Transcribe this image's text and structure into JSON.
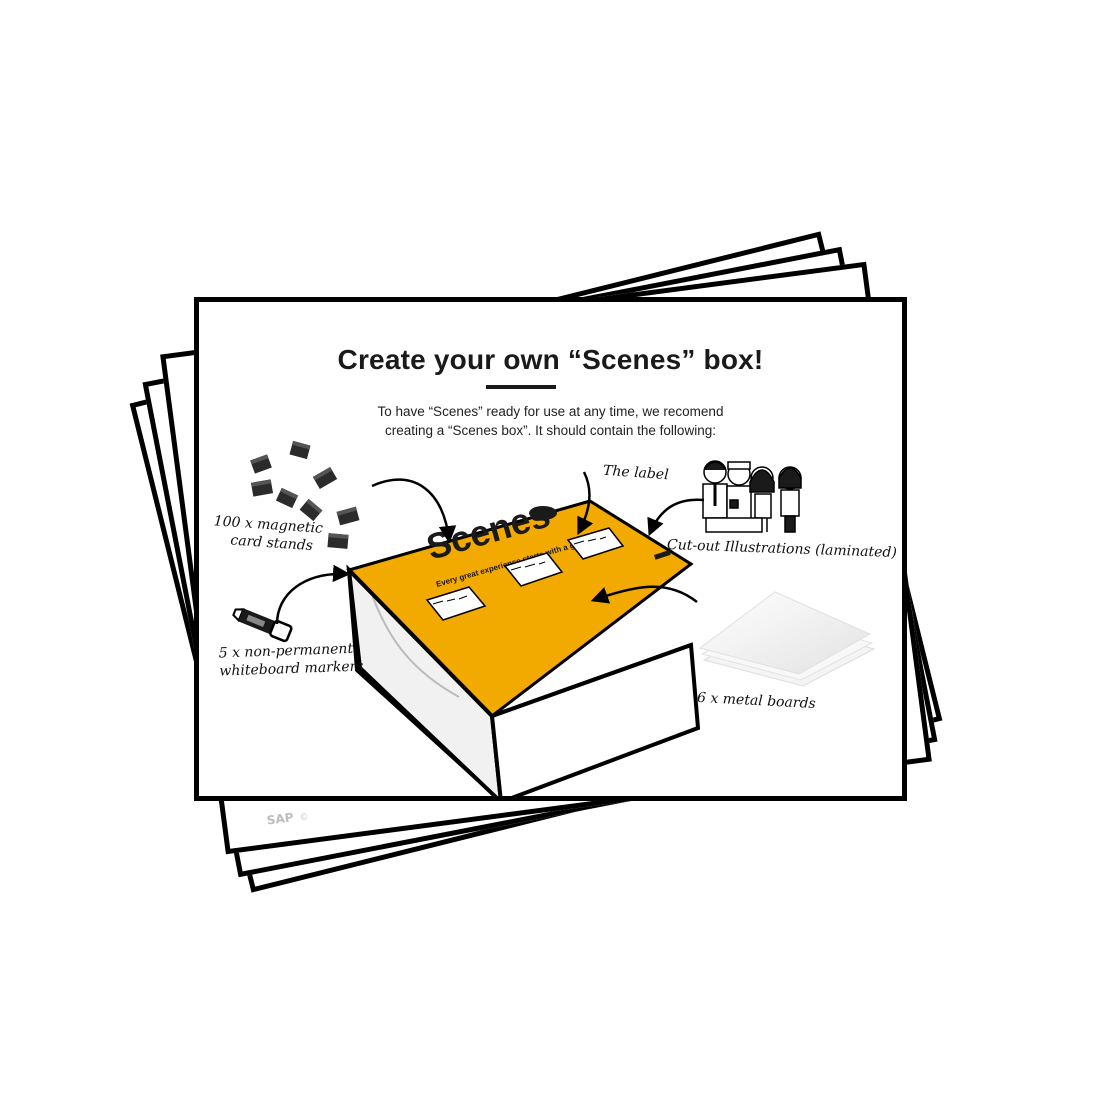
{
  "title": "Create your own “Scenes” box!",
  "intro": {
    "line1": "To have “Scenes” ready for use at any time, we recomend",
    "line2": "creating a “Scenes box”. It should contain the following:"
  },
  "annotations": {
    "stands_line1": "100 x magnetic",
    "stands_line2": "card stands",
    "label": "The label",
    "illustrations": "Cut-out Illustrations (laminated)",
    "markers_line1": "5 x non-permanent",
    "markers_line2": "whiteboard markers",
    "boards": "6 x metal boards"
  },
  "box": {
    "brand": "Scenes",
    "tagline": "Every great experience starts with a great story",
    "accent_color": "#f2a900"
  },
  "icons": [
    "magnetic-card-stand-icon",
    "marker-icon",
    "people-illustration-icon",
    "metal-board-icon",
    "arrow-icon"
  ]
}
